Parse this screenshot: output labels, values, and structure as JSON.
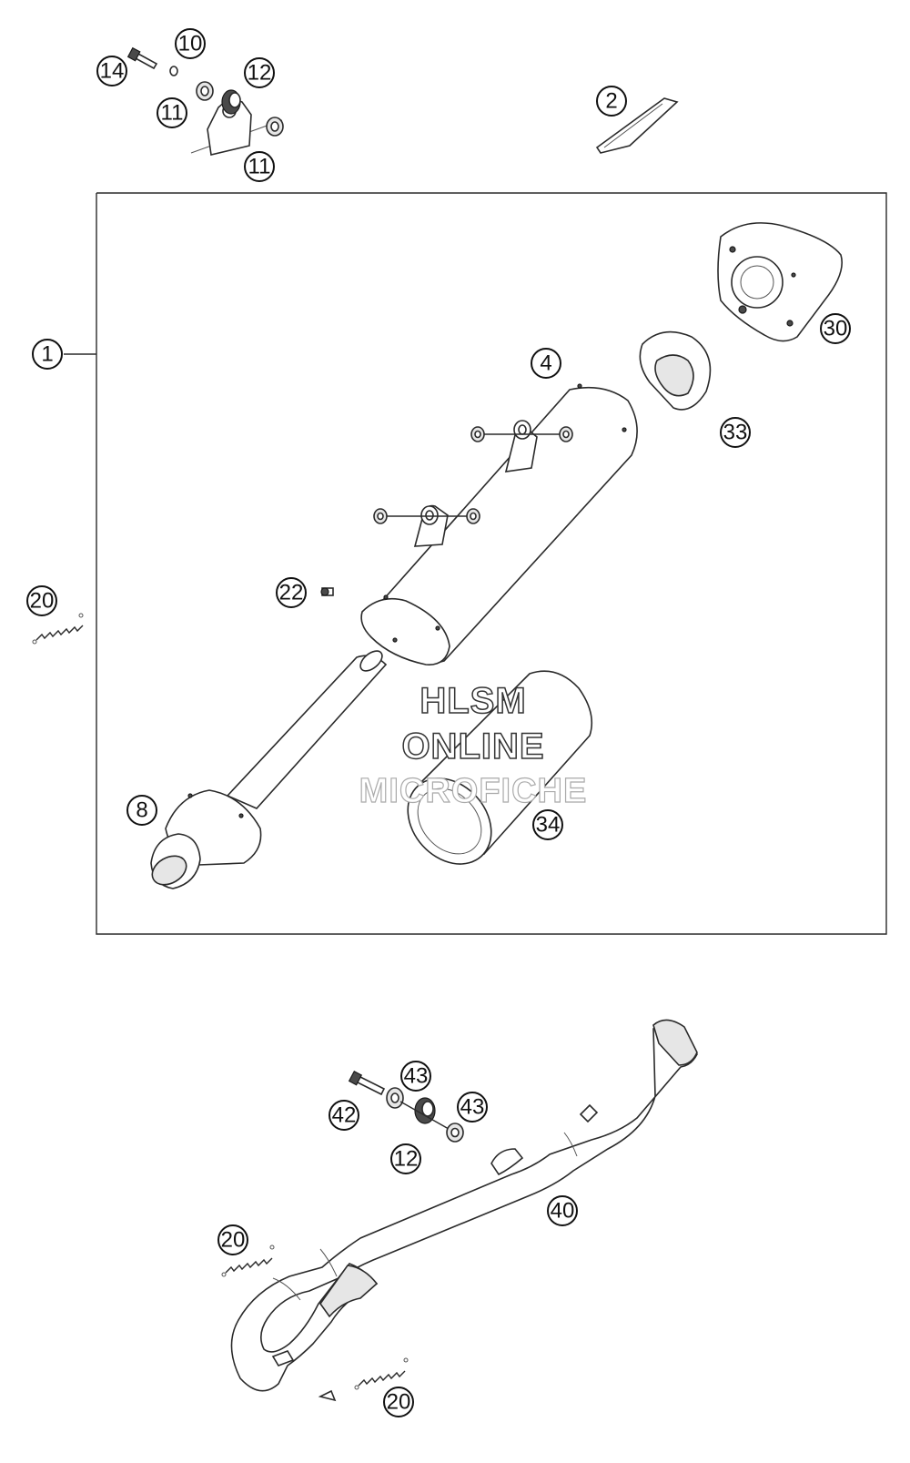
{
  "watermark": {
    "line1": "HLSM",
    "line2": "ONLINE",
    "line3": "MICROFICHE"
  },
  "callouts": [
    {
      "id": "c1",
      "label": "1",
      "part": "exhaust-silencer-assembly"
    },
    {
      "id": "c2",
      "label": "2",
      "part": "heat-shield-strip"
    },
    {
      "id": "c4",
      "label": "4",
      "part": "silencer-body"
    },
    {
      "id": "c8",
      "label": "8",
      "part": "end-cap-inlet"
    },
    {
      "id": "c10",
      "label": "10",
      "part": "washer"
    },
    {
      "id": "c11a",
      "label": "11",
      "part": "rubber-damper"
    },
    {
      "id": "c11b",
      "label": "11",
      "part": "rubber-damper"
    },
    {
      "id": "c12a",
      "label": "12",
      "part": "grommet"
    },
    {
      "id": "c12b",
      "label": "12",
      "part": "grommet"
    },
    {
      "id": "c14",
      "label": "14",
      "part": "bolt"
    },
    {
      "id": "c20a",
      "label": "20",
      "part": "spring"
    },
    {
      "id": "c20b",
      "label": "20",
      "part": "spring"
    },
    {
      "id": "c20c",
      "label": "20",
      "part": "spring"
    },
    {
      "id": "c22",
      "label": "22",
      "part": "rivet"
    },
    {
      "id": "c30",
      "label": "30",
      "part": "end-cap-outlet"
    },
    {
      "id": "c33",
      "label": "33",
      "part": "end-cap-gasket"
    },
    {
      "id": "c34",
      "label": "34",
      "part": "packing-sleeve"
    },
    {
      "id": "c40",
      "label": "40",
      "part": "header-pipe"
    },
    {
      "id": "c42",
      "label": "42",
      "part": "bolt"
    },
    {
      "id": "c43a",
      "label": "43",
      "part": "washer"
    },
    {
      "id": "c43b",
      "label": "43",
      "part": "washer"
    }
  ]
}
